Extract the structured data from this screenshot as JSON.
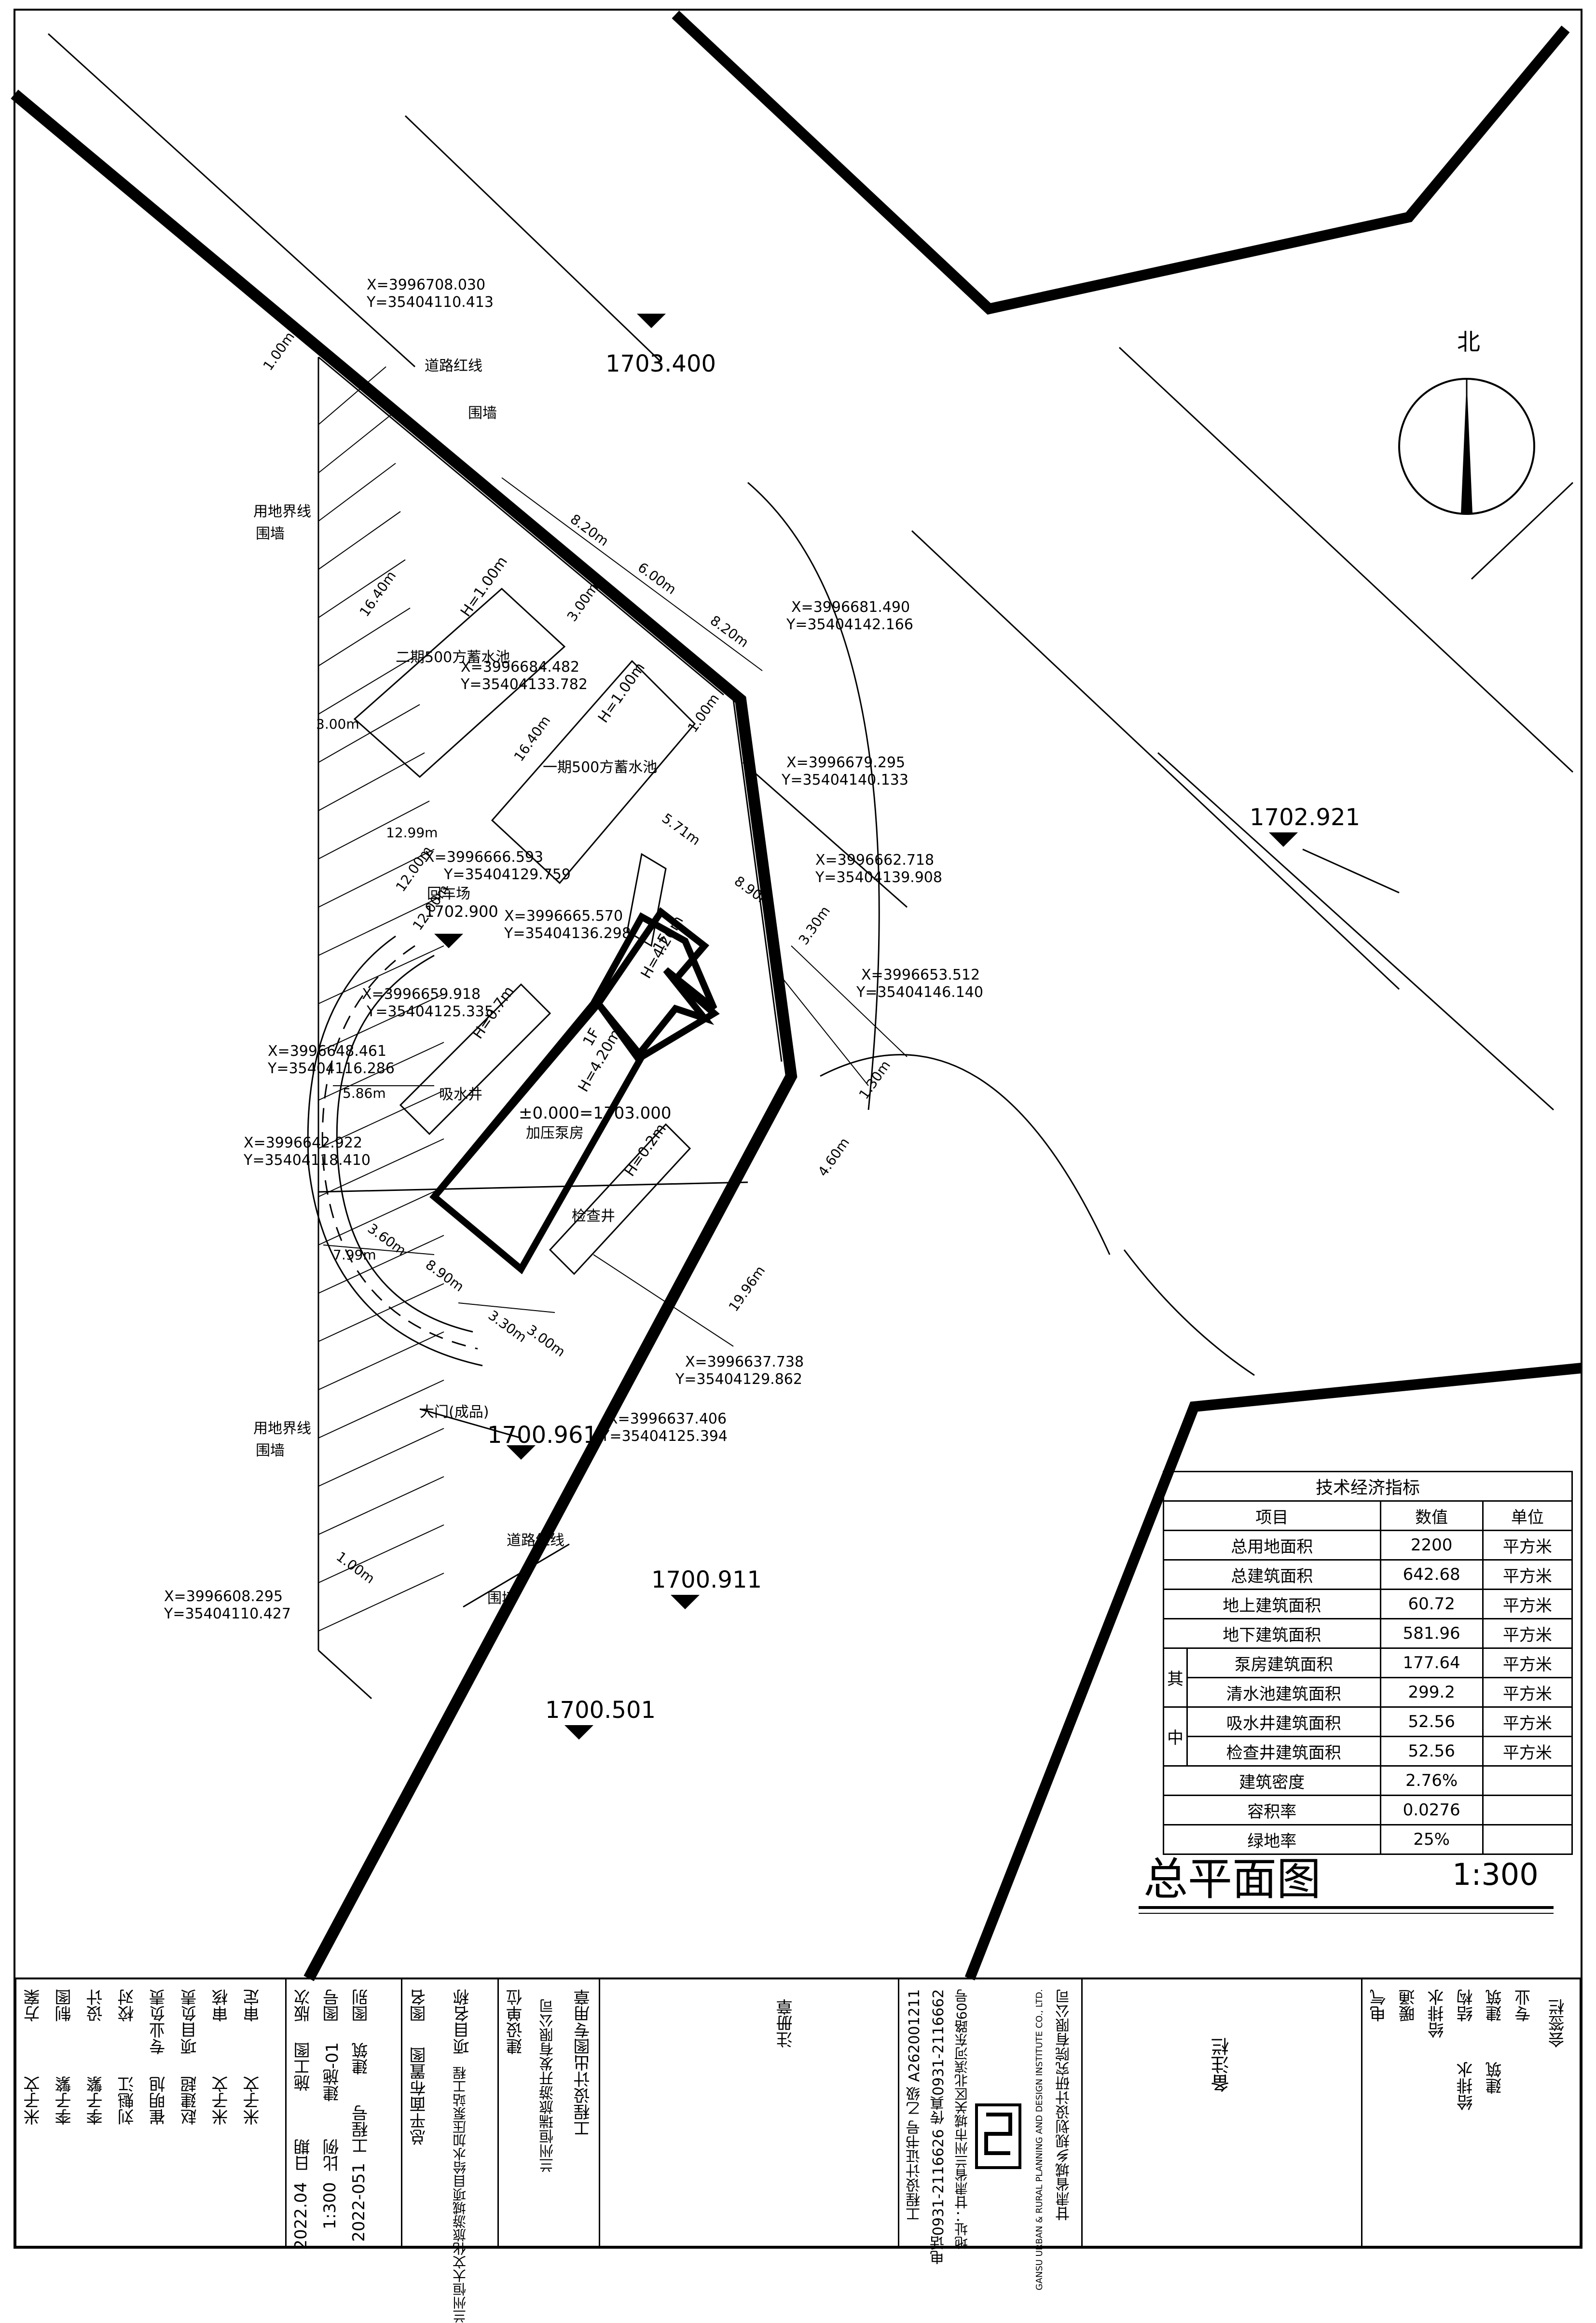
{
  "drawing": {
    "north_label": "北",
    "elevations": [
      "1703.400",
      "1702.921",
      "1700.961",
      "1700.911",
      "1700.501",
      "1702.900"
    ],
    "coordinates": [
      {
        "x": "X=3996708.030",
        "y": "Y=35404110.413"
      },
      {
        "x": "X=3996681.490",
        "y": "Y=35404142.166"
      },
      {
        "x": "X=3996684.482",
        "y": "Y=35404133.782"
      },
      {
        "x": "X=3996679.295",
        "y": "Y=35404140.133"
      },
      {
        "x": "X=3996666.593",
        "y": "Y=35404129.759"
      },
      {
        "x": "X=3996662.718",
        "y": "Y=35404139.908"
      },
      {
        "x": "X=3996665.570",
        "y": "Y=35404136.298"
      },
      {
        "x": "X=3996653.512",
        "y": "Y=35404146.140"
      },
      {
        "x": "X=3996659.918",
        "y": "Y=35404125.335"
      },
      {
        "x": "X=3996648.461",
        "y": "Y=35404116.286"
      },
      {
        "x": "X=3996642.922",
        "y": "Y=35404118.410"
      },
      {
        "x": "X=3996637.738",
        "y": "Y=35404129.862"
      },
      {
        "x": "X=3996637.406",
        "y": "Y=35404125.394"
      },
      {
        "x": "X=3996608.295",
        "y": "Y=35404110.427"
      }
    ],
    "labels": {
      "road_red_line": "道路红线",
      "wall": "围墙",
      "land_line": "用地界线",
      "wall2": "围墙",
      "pool2": "二期500方蓄水池",
      "pool1": "一期500方蓄水池",
      "turnaround": "回车场",
      "suction_well": "吸水井",
      "pump_room": "加压泵房",
      "inspection_well": "检查井",
      "zero_elev": "±0.000=1703.000",
      "gate": "大门(成品)",
      "h1": "H=1.00m",
      "h2": "H=1.00m",
      "h07": "H=0.7m",
      "h02": "H=0.2m",
      "h42a": "H=4.20m",
      "h42b": "H=4.20m",
      "f1a": "1F",
      "f1b": "1F"
    },
    "dims": [
      "8.20m",
      "6.00m",
      "8.20m",
      "16.40m",
      "16.40m",
      "3.00m",
      "3.00m",
      "12.99m",
      "12.00m",
      "12.00m",
      "5.71m",
      "8.90m",
      "3.30m",
      "1.30m",
      "4.60m",
      "19.96m",
      "5.86m",
      "3.60m",
      "7.99m",
      "8.90m",
      "3.30m",
      "3.00m",
      "1.00m",
      "1.00m",
      "1.00m"
    ]
  },
  "tech_table": {
    "caption": "技术经济指标",
    "headers": [
      "项目",
      "数值",
      "单位"
    ],
    "rows": [
      {
        "item": "总用地面积",
        "value": "2200",
        "unit": "平方米"
      },
      {
        "item": "总建筑面积",
        "value": "642.68",
        "unit": "平方米"
      },
      {
        "item": "地上建筑面积",
        "value": "60.72",
        "unit": "平方米"
      },
      {
        "item": "地下建筑面积",
        "value": "581.96",
        "unit": "平方米"
      },
      {
        "item": "泵房建筑面积",
        "value": "177.64",
        "unit": "平方米"
      },
      {
        "item": "清水池建筑面积",
        "value": "299.2",
        "unit": "平方米"
      },
      {
        "item": "吸水井建筑面积",
        "value": "52.56",
        "unit": "平方米"
      },
      {
        "item": "检查井建筑面积",
        "value": "52.56",
        "unit": "平方米"
      },
      {
        "item": "建筑密度",
        "value": "2.76%",
        "unit": ""
      },
      {
        "item": "容积率",
        "value": "0.0276",
        "unit": ""
      },
      {
        "item": "绿地率",
        "value": "25%",
        "unit": ""
      }
    ],
    "side_label_top": "其",
    "side_label_bottom": "中"
  },
  "title": {
    "main": "总平面图",
    "scale": "1:300"
  },
  "title_block": {
    "sign_rows": [
      "审定",
      "审核",
      "项目负责",
      "专业负责",
      "校对",
      "设计",
      "制图",
      "方案"
    ],
    "sign_names": [
      "米子文",
      "米子文",
      "赵建超",
      "崔明旭",
      "刘魁江",
      "李子繁",
      "李子繁",
      "米子文"
    ],
    "project_label": "项目名称",
    "project_name": "兰州恒大文化旅游城项目给水加压泵站工程",
    "drawing_name_label": "图名",
    "drawing_name": "总平面布置图",
    "client_label": "建设单位",
    "client": "兰州恒瑞旅游开发有限公司",
    "seal_label": "工程设计出图专用章",
    "reg_label": "注册章",
    "company": "甘肃省城乡规划设计研究院有限公司",
    "company_en": "GANSU URBAN & RURAL PLANNING AND DESIGN INSTITUTE CO., LTD.",
    "address": "地址：甘肃省兰州市城关区北滨河东路60号",
    "phone": "电话0931-2116626 传真0931-2116662",
    "cert": "工程设计证书号 乙级 A262001211",
    "category_label": "图别",
    "category": "建筑",
    "number_label": "图号",
    "number": "建施-01",
    "project_no_label": "工程号",
    "project_no": "2022-051",
    "scale_label": "比例",
    "scale": "1:300",
    "version_label": "版次",
    "version": "施工图",
    "date_label": "日期",
    "date": "2022.04",
    "sign_header": [
      "职责",
      "名字",
      "签名",
      "日期"
    ],
    "remarks_label": "备注栏",
    "countersign_label": "会签栏",
    "disciplines": [
      "专业",
      "建筑",
      "结构",
      "给排水",
      "暖通",
      "电气"
    ],
    "disc_names": [
      "姓名",
      "建筑",
      "结构",
      "给排水",
      "暖通",
      "电气"
    ]
  }
}
